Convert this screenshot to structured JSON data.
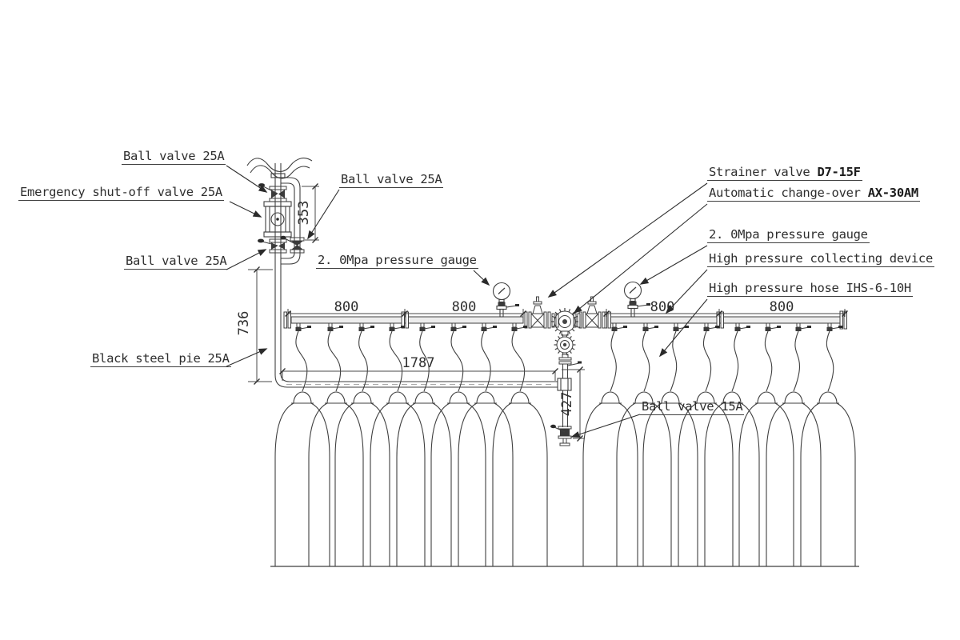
{
  "labels": {
    "ball_valve_top": "Ball valve 25A",
    "emergency_valve": "Emergency shut-off valve 25A",
    "ball_valve_bypass": "Ball valve 25A",
    "ball_valve_lower": "Ball valve 25A",
    "gauge_left": "2. 0Mpa pressure gauge",
    "black_steel_pipe": "Black steel pie 25A",
    "strainer_text": "Strainer valve ",
    "strainer_model": "D7-15F",
    "changeover_text": "Automatic change-over ",
    "changeover_model": "AX-30AM",
    "gauge_right": "2. 0Mpa pressure gauge",
    "collecting_device": "High pressure collecting device",
    "hp_hose": "High pressure hose IHS-6-10H",
    "ball_valve_15a": "Ball valve 15A"
  },
  "dimensions": {
    "bypass_height": "353",
    "riser_height": "736",
    "manifold_length": "1787",
    "drop_height": "427",
    "span": "800"
  },
  "colors": {
    "line": "#3f3f3f",
    "background": "#ffffff"
  }
}
